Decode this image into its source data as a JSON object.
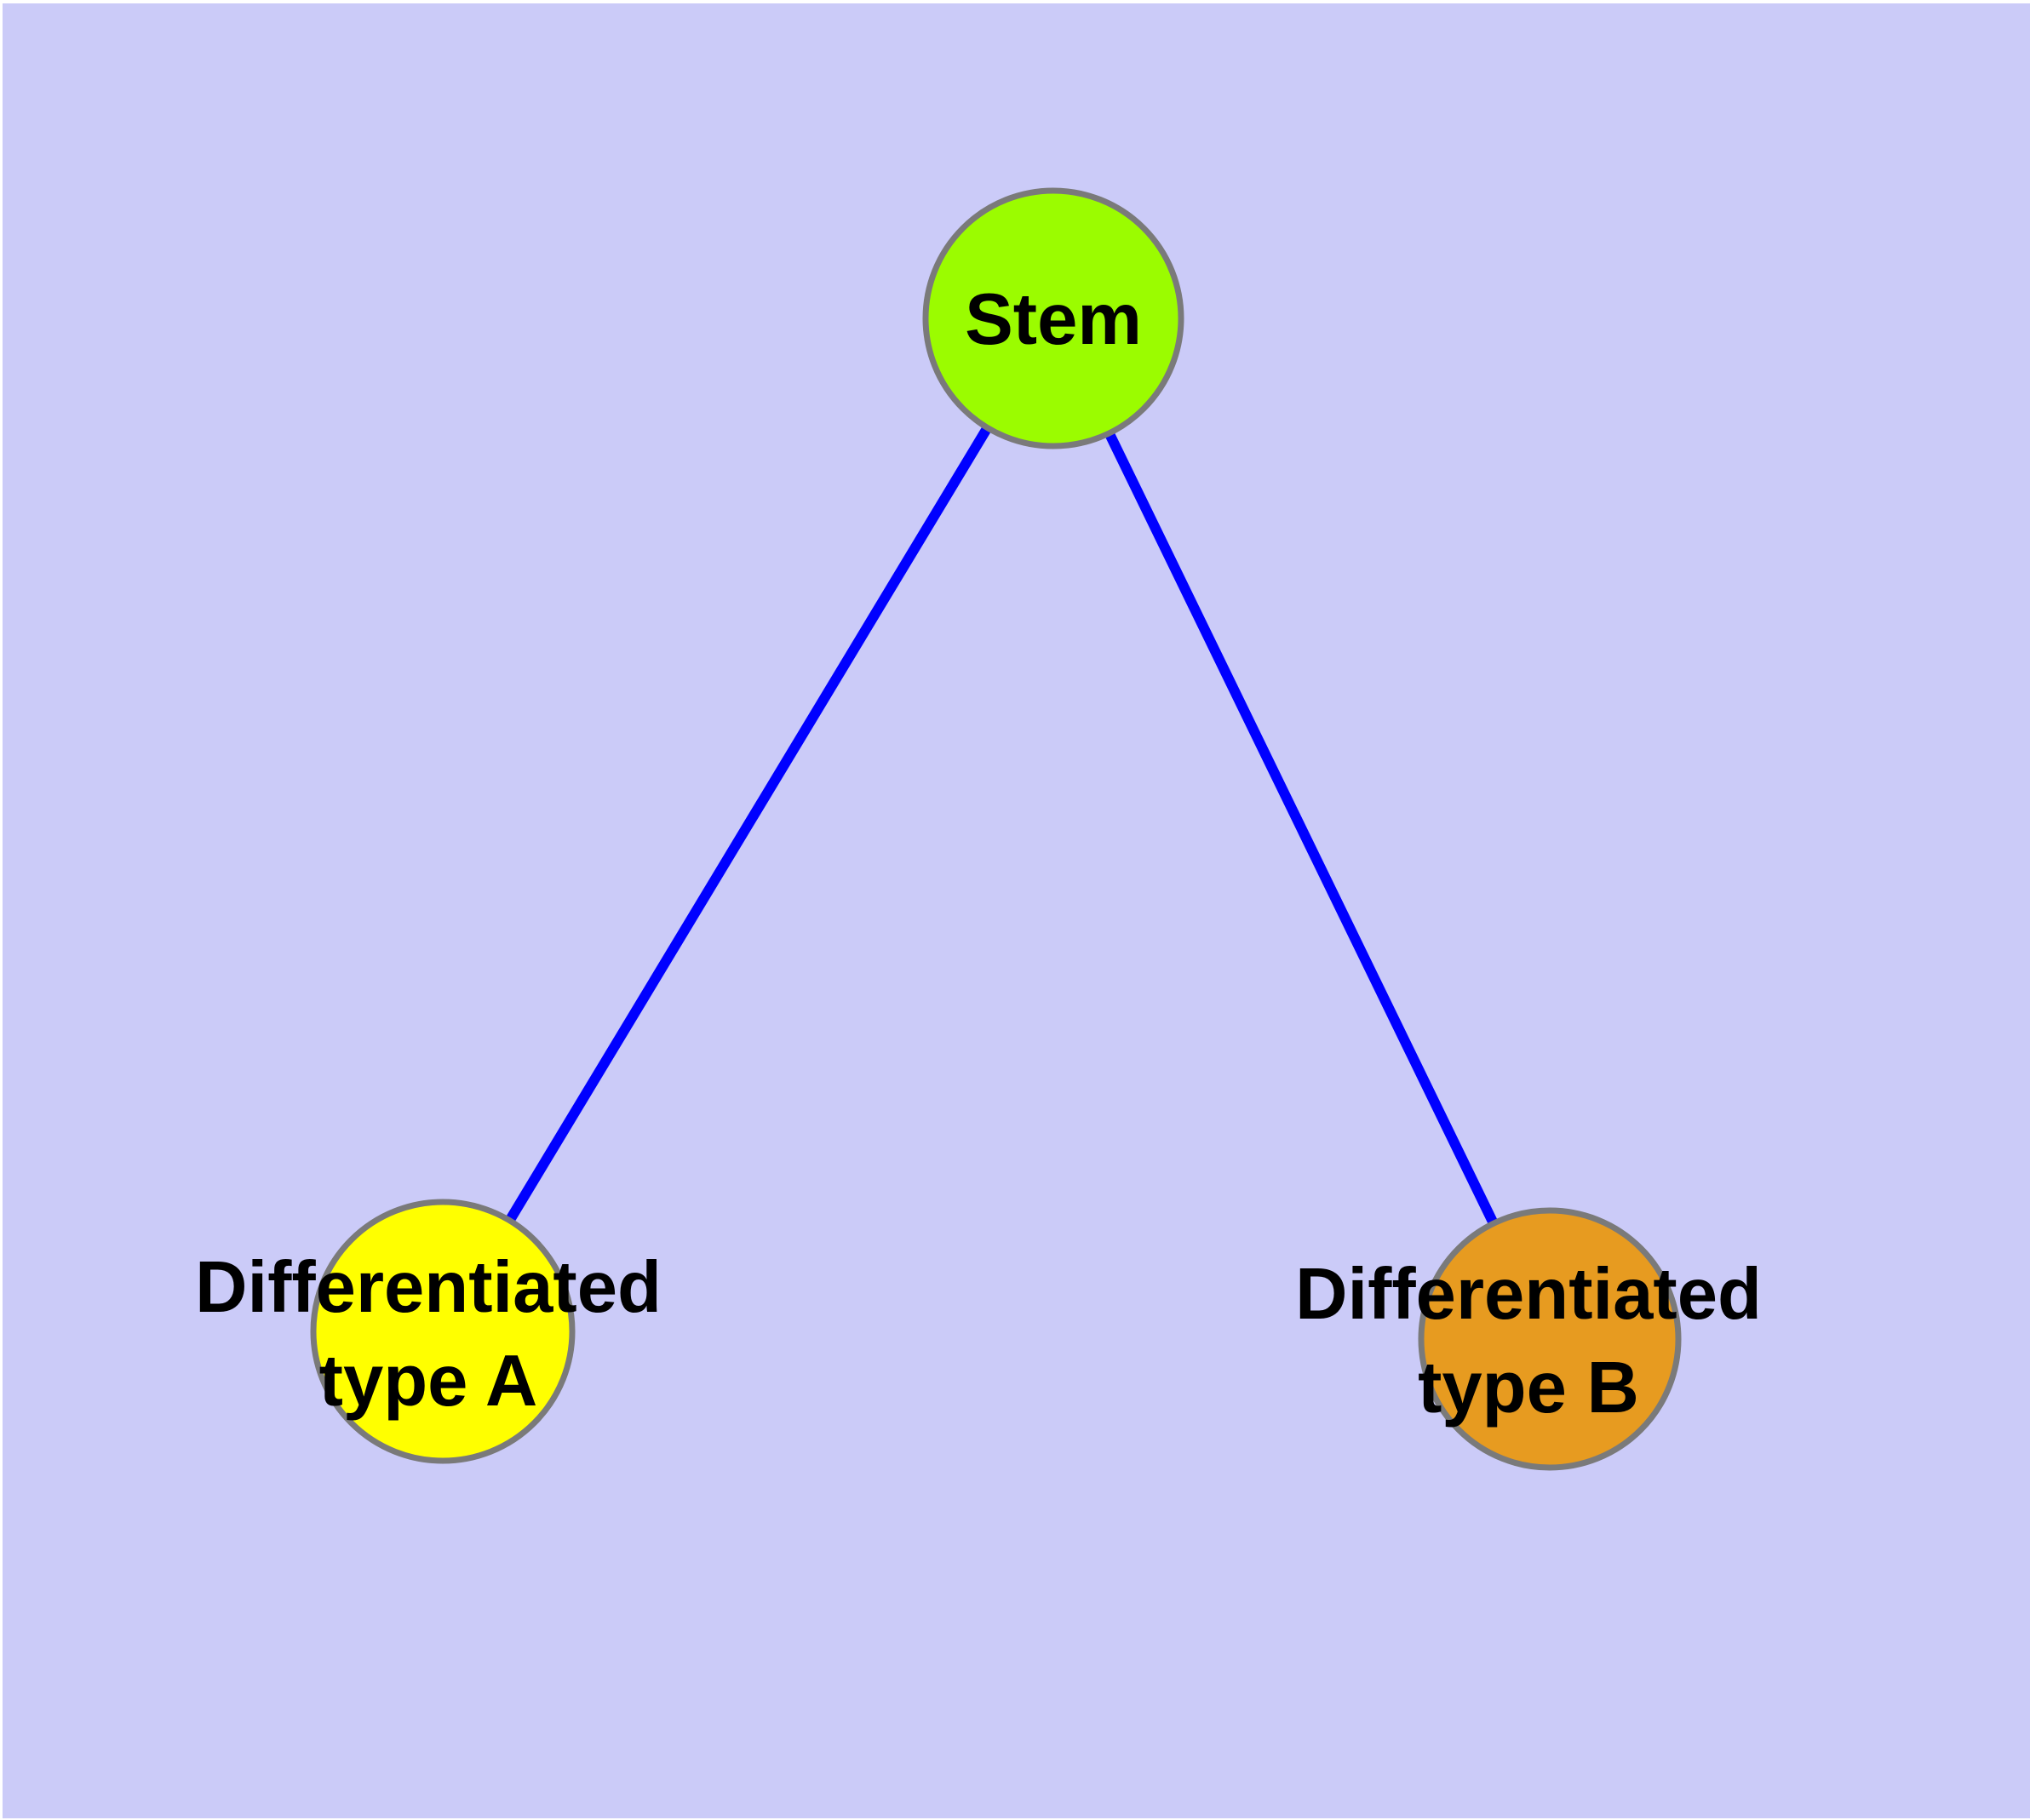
{
  "diagram": {
    "description": "Cell differentiation graph: a stem node connected to two differentiated cell type nodes",
    "background_color": "#CBCBF8",
    "margin_color": "#FFFFFF",
    "edge_color": "#0000FF",
    "node_border_color": "#7A7A7A",
    "label_color": "#000000",
    "nodes": [
      {
        "id": "stem",
        "label": "Stem",
        "color": "#9BFC00"
      },
      {
        "id": "type-a",
        "label": "Differentiated\ntype A",
        "color": "#FFFF00"
      },
      {
        "id": "type-b",
        "label": "Differentiated\ntype B",
        "color": "#E79B20"
      }
    ],
    "edges": [
      {
        "from": "stem",
        "to": "type-a"
      },
      {
        "from": "stem",
        "to": "type-b"
      }
    ]
  }
}
